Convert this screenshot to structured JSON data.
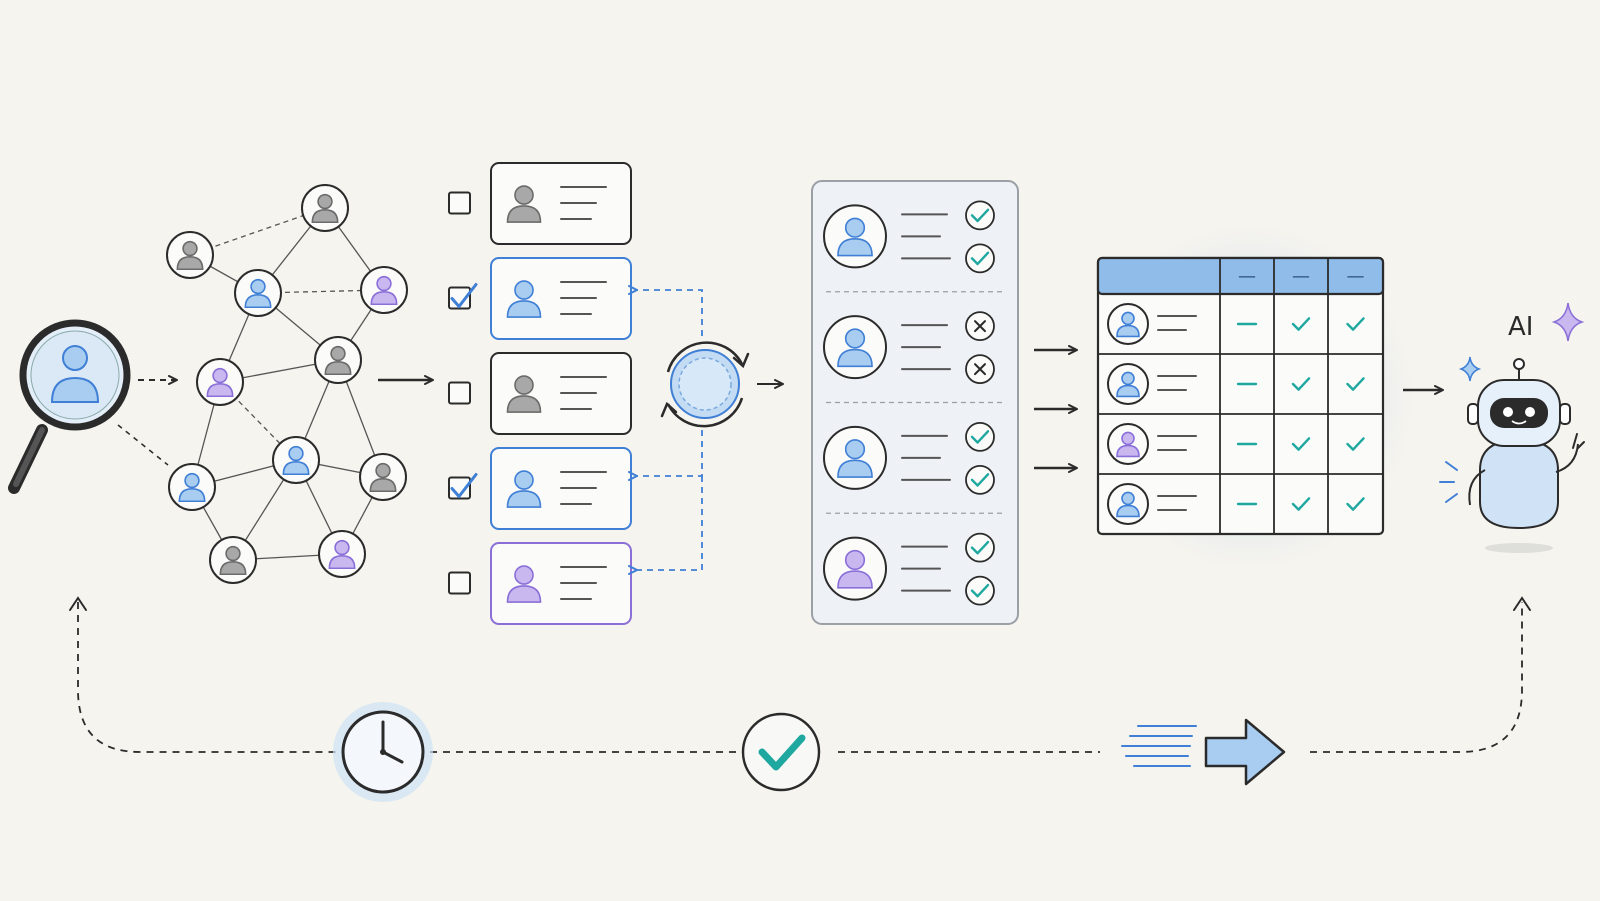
{
  "robot": {
    "badge": "AI"
  },
  "colors": {
    "paper": "#f6f4ee",
    "ink": "#2b2b2b",
    "pencil": "#555555",
    "blue": "#3f7fd6",
    "blue_light": "#a9cdf0",
    "blue_pale": "#d7e8f8",
    "purple": "#8a6fd8",
    "purple_light": "#c9b8f0",
    "gray_person": "#6b6b6b",
    "teal": "#1fa8a0",
    "panel": "#eef1f5"
  },
  "icons": {
    "magnifier": "magnifying-glass-icon",
    "network": "people-network",
    "sync": "sync-cycle-icon",
    "clock": "clock-icon",
    "check": "check-circle-icon",
    "fast_arrow": "fast-forward-arrow-icon",
    "robot": "ai-robot-icon",
    "sparkle": "sparkle-icon"
  },
  "cards": [
    {
      "checked": false,
      "accent": "gray"
    },
    {
      "checked": true,
      "accent": "blue"
    },
    {
      "checked": false,
      "accent": "gray"
    },
    {
      "checked": true,
      "accent": "blue"
    },
    {
      "checked": false,
      "accent": "purple"
    }
  ],
  "review_rows": [
    {
      "accent": "blue",
      "marks": [
        "check",
        "check"
      ]
    },
    {
      "accent": "blue",
      "marks": [
        "cross",
        "cross"
      ]
    },
    {
      "accent": "blue",
      "marks": [
        "check",
        "check"
      ]
    },
    {
      "accent": "purple",
      "marks": [
        "check",
        "check"
      ]
    }
  ],
  "table": {
    "header": [
      "—",
      "—",
      "—"
    ],
    "rows": [
      {
        "accent": "blue",
        "cells": [
          "dash",
          "check",
          "check"
        ]
      },
      {
        "accent": "blue",
        "cells": [
          "dash",
          "check",
          "check"
        ]
      },
      {
        "accent": "purple",
        "cells": [
          "dash",
          "check",
          "check"
        ]
      },
      {
        "accent": "blue",
        "cells": [
          "dash",
          "check",
          "check"
        ]
      }
    ]
  }
}
